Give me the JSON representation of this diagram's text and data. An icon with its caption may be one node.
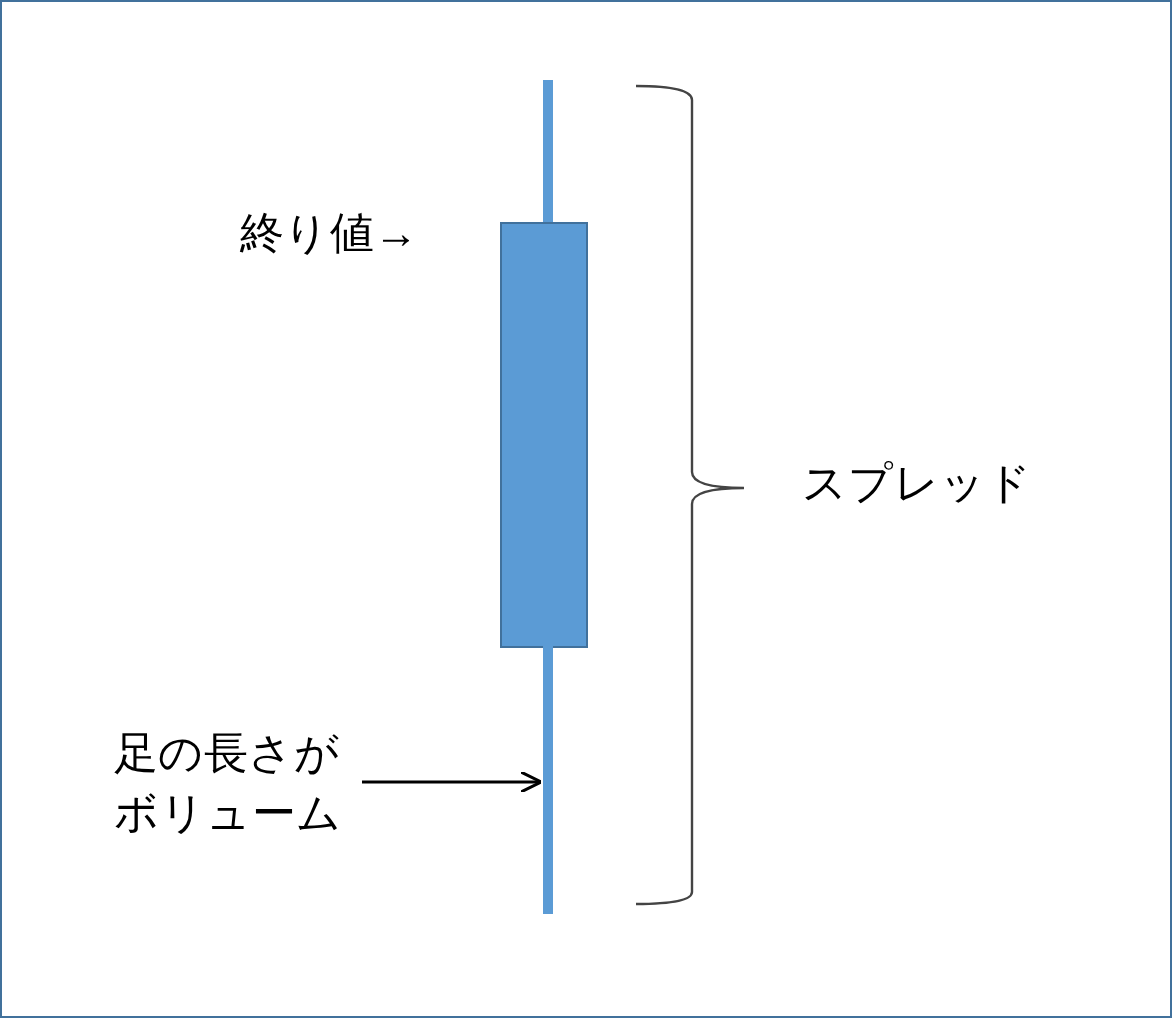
{
  "diagram": {
    "nodes": [
      {
        "text": [
          "足の長さがボリューム"
        ]
      },
      {
        "text": [],
        "shape": "bar"
      }
    ],
    "edges": [
      {
        "from": 0,
        "to": 1,
        "arrow": "to"
      }
    ],
    "labels": [
      "終り値→",
      "スプレッド"
    ]
  }
}
